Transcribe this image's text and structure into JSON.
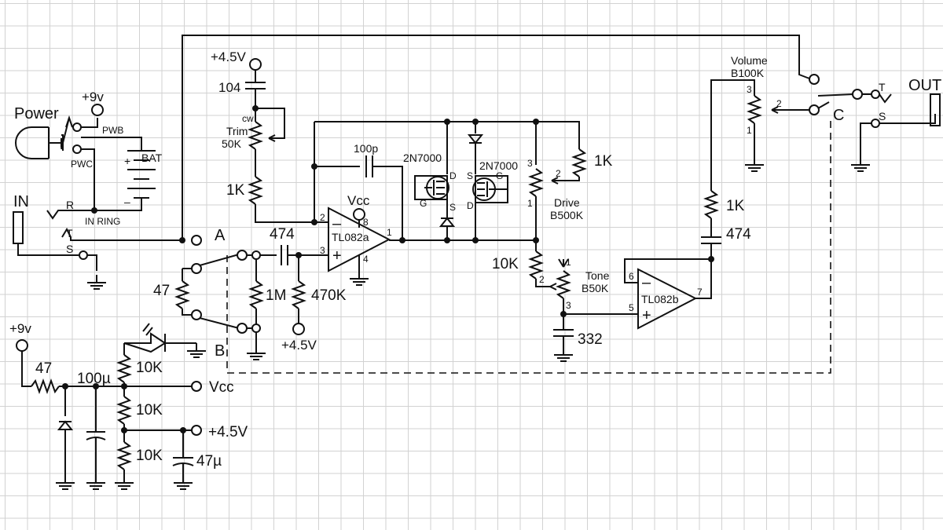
{
  "jacks": {
    "power_label": "Power",
    "pwb": "PWB",
    "pwc": "PWC",
    "in_label": "IN",
    "in_r": "R",
    "in_t": "T",
    "in_s": "S",
    "in_ring": "IN RING",
    "out_label": "OUT",
    "out_t": "T",
    "out_s": "S"
  },
  "supply": {
    "plus9v": "+9v",
    "plus9v_2": "+9v",
    "bat": "BAT",
    "bat_plus": "+",
    "bat_minus": "–",
    "plus4_5v": "+4.5V",
    "plus4_5v_2": "+4.5V",
    "plus4_5v_3": "+4.5V",
    "vcc": "Vcc",
    "vcc_2": "Vcc"
  },
  "components": {
    "c104": "104",
    "cw": "cw",
    "trim_name": "Trim",
    "trim_value": "50K",
    "r1k_trim": "1K",
    "c100p": "100p",
    "c474_in": "474",
    "r47": "47",
    "r1m": "1M",
    "r470k": "470K",
    "opa_name": "TL082a",
    "opa_p2": "2",
    "opa_p3": "3",
    "opa_p8": "8",
    "opa_p4": "4",
    "opa_p1": "1",
    "q1": "2N7000",
    "q2": "2N7000",
    "d": "D",
    "g": "G",
    "s": "S",
    "drive_name": "Drive",
    "drive_value": "B500K",
    "r1k_drive": "1K",
    "r10k_tone": "10K",
    "tone_name": "Tone",
    "tone_value": "B50K",
    "c332": "332",
    "opb_name": "TL082b",
    "opb_p6": "6",
    "opb_p5": "5",
    "opb_p7": "7",
    "r1k_out": "1K",
    "c474_out": "474",
    "vol_name": "Volume",
    "vol_value": "B100K",
    "r47_supply": "47",
    "c100u": "100µ",
    "r10k_1": "10K",
    "r10k_2": "10K",
    "r10k_3": "10K",
    "c47u": "47µ"
  },
  "switch": {
    "a": "A",
    "b": "B",
    "c": "C"
  }
}
